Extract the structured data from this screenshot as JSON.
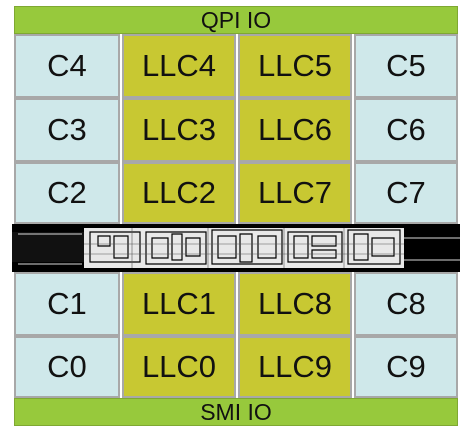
{
  "top_bar": {
    "label": "QPI IO"
  },
  "bottom_bar": {
    "label": "SMI IO"
  },
  "rows_top": [
    {
      "left": "C4",
      "llc_a": "LLC4",
      "llc_b": "LLC5",
      "right": "C5"
    },
    {
      "left": "C3",
      "llc_a": "LLC3",
      "llc_b": "LLC6",
      "right": "C6"
    },
    {
      "left": "C2",
      "llc_a": "LLC2",
      "llc_b": "LLC7",
      "right": "C7"
    }
  ],
  "rows_bottom": [
    {
      "left": "C1",
      "llc_a": "LLC1",
      "llc_b": "LLC8",
      "right": "C8"
    },
    {
      "left": "C0",
      "llc_a": "LLC0",
      "llc_b": "LLC9",
      "right": "C9"
    }
  ],
  "colors": {
    "io_bar": "#97c93c",
    "core": "#cfe8ea",
    "llc": "#c8c832",
    "uncore": "#000000"
  }
}
